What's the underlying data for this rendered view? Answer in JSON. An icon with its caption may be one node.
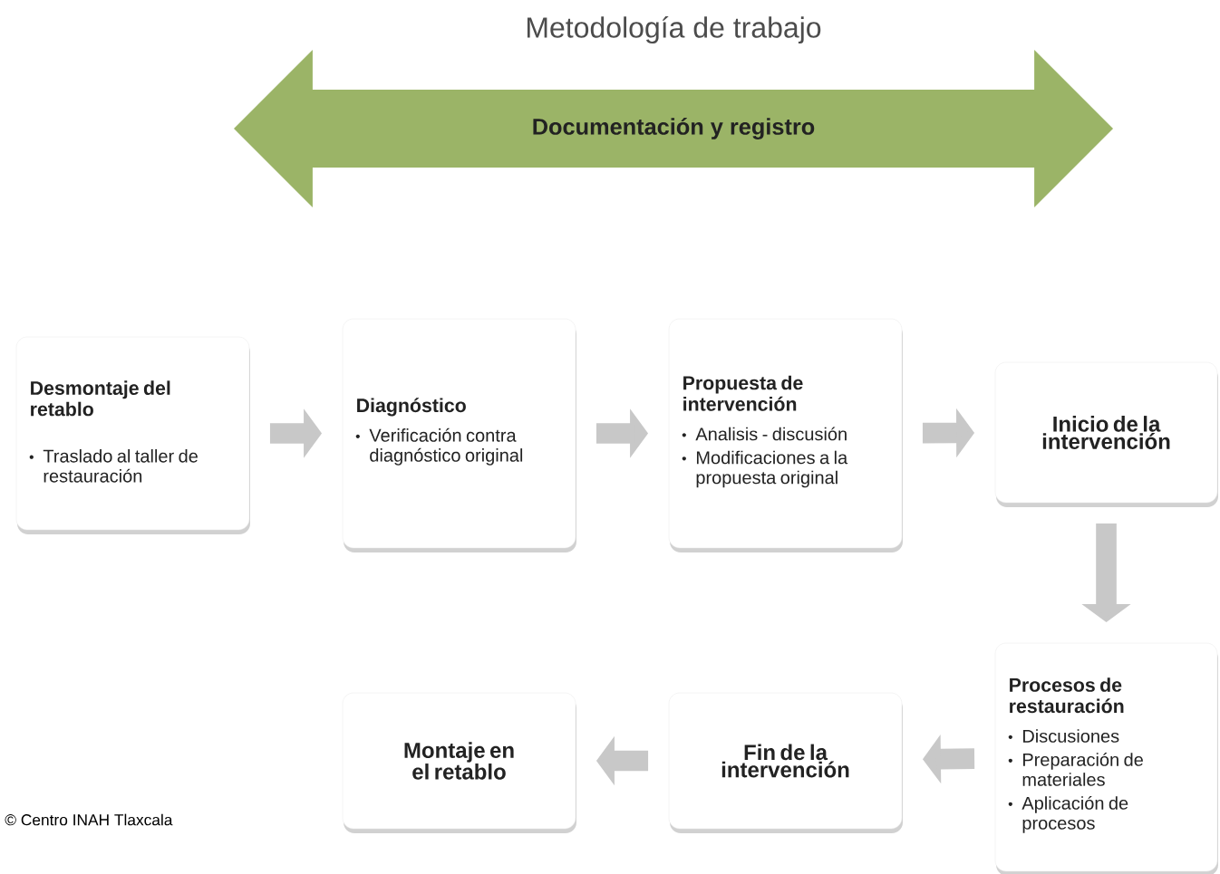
{
  "diagram": {
    "title": "Metodología de trabajo",
    "nodes": [
      {
        "text": [
          "Documentación y registro"
        ]
      },
      {
        "text": [
          "Desmontaje del retablo",
          "Traslado al taller de restauración"
        ]
      },
      {
        "text": [
          "Diagnóstico",
          "Verificación contra diagnóstico original"
        ]
      },
      {
        "text": [
          "Propuesta de intervención",
          "Analisis - discusión",
          "Modificaciones a la propuesta original"
        ]
      },
      {
        "text": [
          "Inicio de la intervención"
        ]
      },
      {
        "text": [
          "Procesos de restauración",
          "Discusiones",
          "Preparación de materiales",
          "Aplicación de procesos"
        ]
      },
      {
        "text": [
          "Fin de la intervención"
        ]
      },
      {
        "text": [
          "Montaje en el retablo"
        ]
      }
    ],
    "edges": [
      {
        "from": 1,
        "to": 2,
        "arrow": "to"
      },
      {
        "from": 2,
        "to": 3,
        "arrow": "to"
      },
      {
        "from": 3,
        "to": 4,
        "arrow": "to"
      },
      {
        "from": 4,
        "to": 5,
        "arrow": "to"
      },
      {
        "from": 5,
        "to": 6,
        "arrow": "to"
      },
      {
        "from": 6,
        "to": 7,
        "arrow": "to"
      }
    ],
    "labels": [
      "© Centro INAH Tlaxcala"
    ]
  }
}
